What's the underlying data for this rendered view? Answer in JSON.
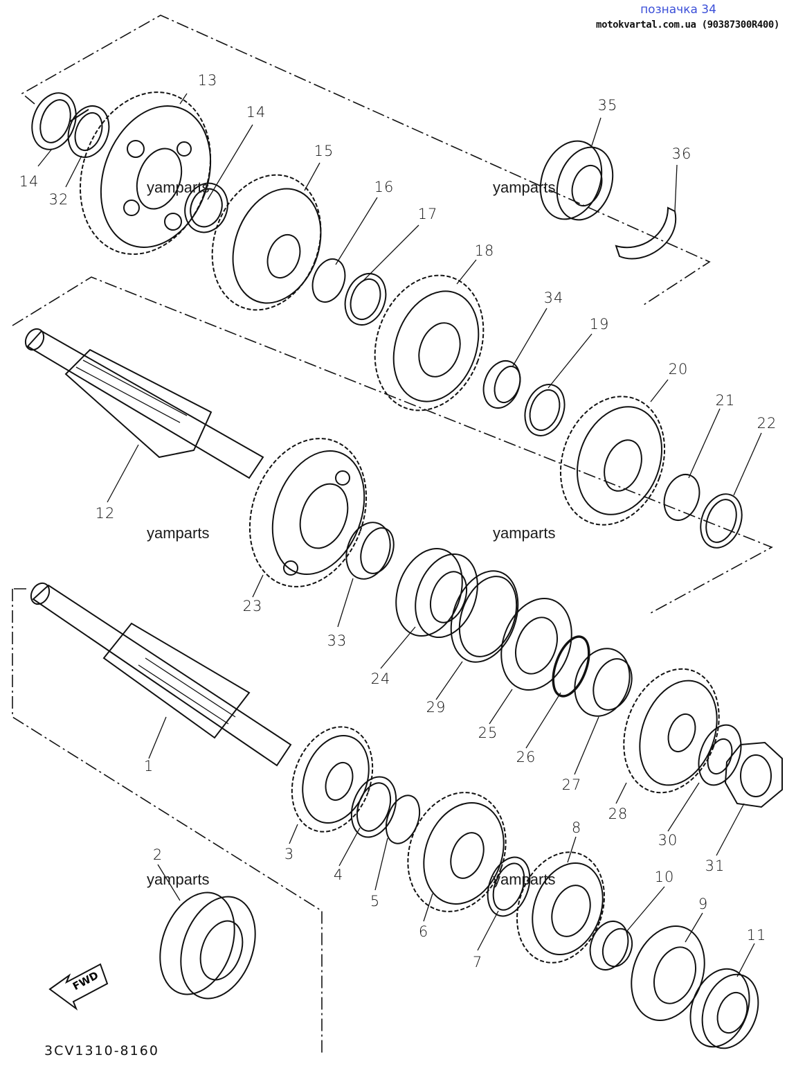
{
  "header": {
    "link_text": "позначка 34",
    "source_text": "motokvartal.com.ua (90387300R400)"
  },
  "watermark": "yamparts",
  "catalog_code": "3CV1310-8160",
  "fwd_label": "FWD",
  "callouts": {
    "p1": "1",
    "p2": "2",
    "p3": "3",
    "p4": "4",
    "p5": "5",
    "p6": "6",
    "p7": "7",
    "p8": "8",
    "p9": "9",
    "p10": "10",
    "p11": "11",
    "p12": "12",
    "p13": "13",
    "p14a": "14",
    "p14b": "14",
    "p15": "15",
    "p16": "16",
    "p17": "17",
    "p18": "18",
    "p19": "19",
    "p20": "20",
    "p21": "21",
    "p22": "22",
    "p23": "23",
    "p24": "24",
    "p25": "25",
    "p26": "26",
    "p27": "27",
    "p28": "28",
    "p29": "29",
    "p30": "30",
    "p31": "31",
    "p32": "32",
    "p33": "33",
    "p34": "34",
    "p35": "35",
    "p36": "36"
  },
  "colors": {
    "link": "#3b4fd8",
    "ink": "#111111",
    "background": "#ffffff"
  }
}
